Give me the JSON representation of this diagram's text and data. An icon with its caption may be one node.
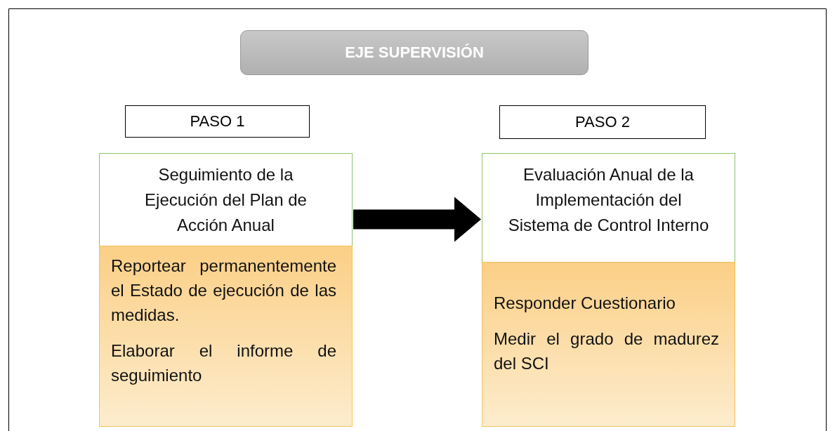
{
  "diagram": {
    "nodes": [
      {
        "text": [
          "EJE SUPERVISIÓN"
        ]
      },
      {
        "text": [
          "PASO 1"
        ]
      },
      {
        "text": [
          "PASO 2"
        ]
      },
      {
        "text": [
          "Seguimiento de la Ejecución del Plan de Acción Anual"
        ]
      },
      {
        "text": [
          "Reportear permanentemente el Estado de ejecución de las medidas.",
          "Elaborar el informe de seguimiento"
        ]
      },
      {
        "text": [
          "Evaluación Anual de la Implementación del Sistema de Control Interno"
        ]
      },
      {
        "text": [
          "Responder Cuestionario",
          "Medir el grado de madurez del SCI"
        ]
      }
    ],
    "edges": [
      {
        "from": 3,
        "to": 5,
        "arrow": "to"
      }
    ]
  }
}
